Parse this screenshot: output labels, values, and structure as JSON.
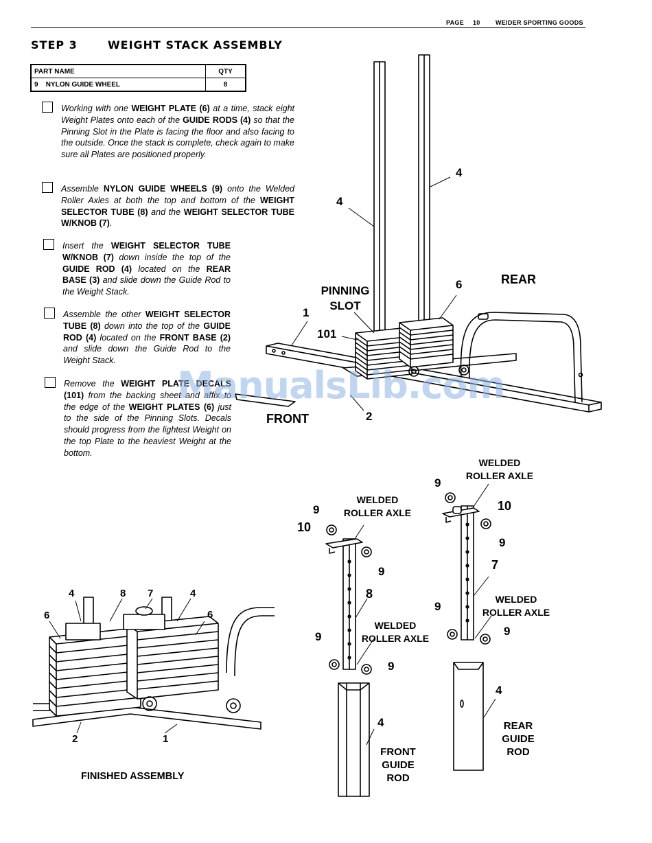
{
  "header": {
    "page_label": "PAGE",
    "page_number": "10",
    "company": "WEIDER SPORTING GOODS"
  },
  "step": {
    "number": "STEP 3",
    "title": "WEIGHT STACK ASSEMBLY"
  },
  "parts_table": {
    "col_name": "PART NAME",
    "col_qty": "QTY",
    "rows": [
      {
        "num": "9",
        "name": "NYLON GUIDE WHEEL",
        "qty": "8"
      }
    ]
  },
  "instructions": [
    {
      "segments": [
        "Working with one ",
        "WEIGHT PLATE (6)",
        " at a time, stack eight Weight Plates onto each of the ",
        "GUIDE RODS (4)",
        " so that the Pinning Slot in the Plate is facing the floor and also facing to the outside.  Once the stack is complete, check again to make sure all Plates are positioned properly."
      ]
    },
    {
      "segments": [
        "Assemble ",
        "NYLON GUIDE WHEELS (9)",
        " onto the Welded Roller Axles at both the top and bottom of the ",
        "WEIGHT SELECTOR TUBE (8)",
        " and the ",
        "WEIGHT SELECTOR TUBE W/KNOB (7)",
        "."
      ]
    },
    {
      "segments": [
        "Insert the ",
        "WEIGHT SELECTOR TUBE W/KNOB (7)",
        " down inside the top of the ",
        "GUIDE ROD (4)",
        " located on the ",
        "REAR BASE (3)",
        " and slide down the Guide Rod to the Weight Stack."
      ]
    },
    {
      "segments": [
        "Assemble the other ",
        "WEIGHT SELECTOR TUBE (8)",
        " down into the top of the ",
        "GUIDE ROD (4)",
        " located on the ",
        "FRONT BASE (2)",
        " and slide down the Guide Rod to the Weight Stack."
      ]
    },
    {
      "segments": [
        "Remove the ",
        "WEIGHT PLATE DECALS (101)",
        " from the backing sheet and affix to the edge of the ",
        "WEIGHT PLATES (6)",
        " just to the side of the Pinning Slots.  Decals should progress from the lightest Weight on the top Plate to the heaviest Weight at the bottom."
      ]
    }
  ],
  "main_diagram": {
    "labels": {
      "rod_a": "4",
      "rod_b": "4",
      "plate": "6",
      "front_base": "1",
      "decal": "101",
      "base2": "2"
    },
    "pinning_slot": [
      "PINNING",
      "SLOT"
    ],
    "rear": "REAR",
    "front": "FRONT"
  },
  "detail_diagram": {
    "welded_roller_axle": [
      "WELDED",
      "ROLLER AXLE"
    ],
    "nums": {
      "wheel": "9",
      "bracket": "10",
      "tube8": "8",
      "tube7": "7",
      "rod": "4"
    },
    "front_guide_rod": [
      "FRONT",
      "GUIDE",
      "ROD"
    ],
    "rear_guide_rod": [
      "REAR",
      "GUIDE",
      "ROD"
    ]
  },
  "finished": {
    "caption": "FINISHED ASSEMBLY",
    "nums": {
      "rod_l": "4",
      "tube8": "8",
      "tube7": "7",
      "rod_r": "4",
      "plate_l": "6",
      "plate_r": "6",
      "base2": "2",
      "base1": "1"
    }
  },
  "watermark": "ManualsLib.com"
}
